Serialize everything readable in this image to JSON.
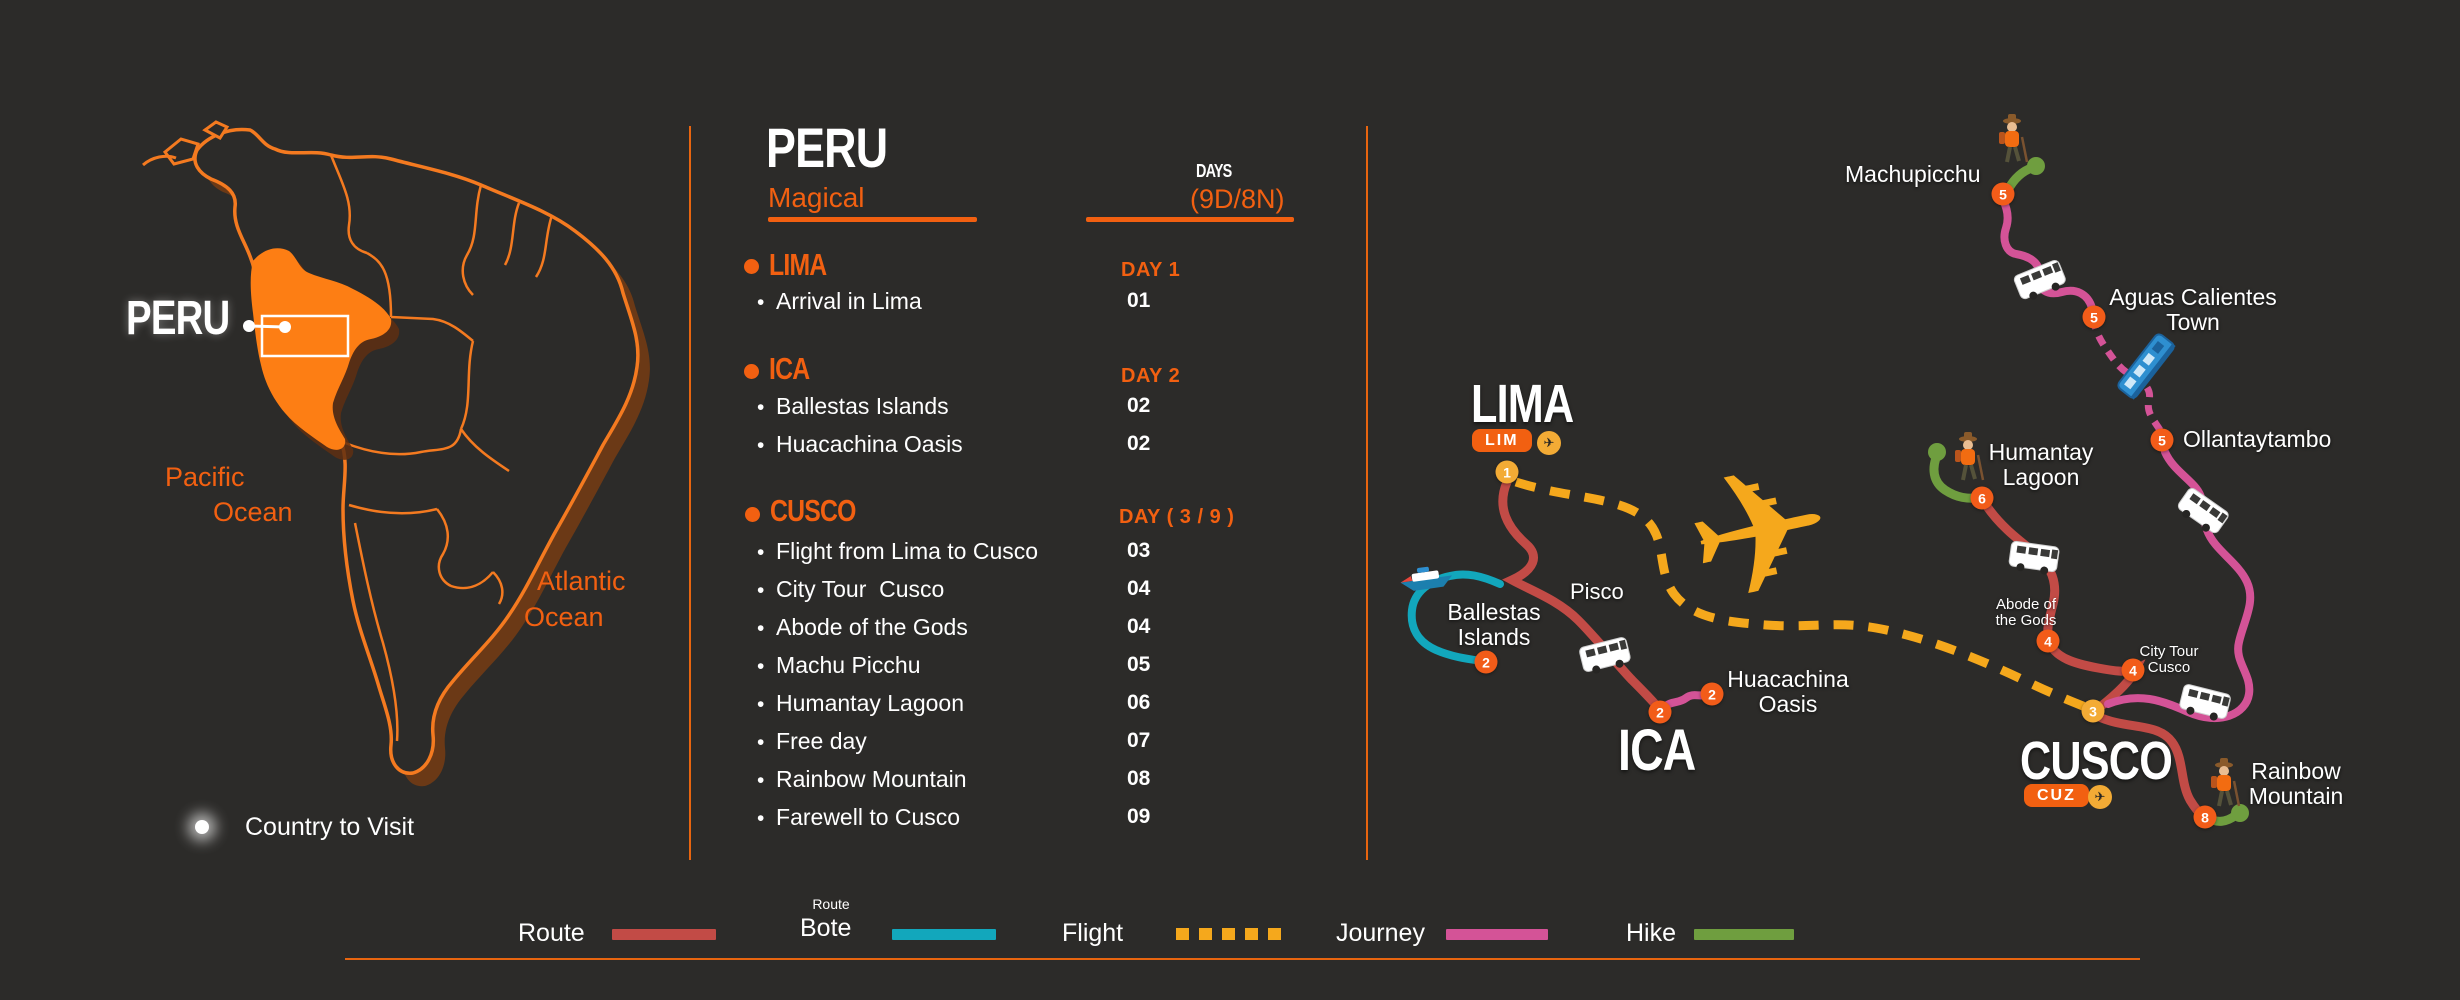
{
  "colors": {
    "background": "#2c2b29",
    "accent_orange": "#f26011",
    "map_outline": "#f47a20",
    "peru_fill": "#fd7e14",
    "route_red": "#c24b46",
    "route_bote_teal": "#12a7bc",
    "flight_yellow": "#f5a81c",
    "journey_pink": "#d45397",
    "hike_green": "#6f9e3f",
    "badge_orange": "#f25c19",
    "badge_yellow": "#f3ab35"
  },
  "icons": {
    "plane": "✈"
  },
  "left_map": {
    "country_label": "PERU",
    "pacific": {
      "l1": "Pacific",
      "l2": "Ocean"
    },
    "atlantic": {
      "l1": "Atlantic",
      "l2": "Ocean"
    },
    "note": "Country to Visit"
  },
  "itinerary": {
    "title": "PERU",
    "subtitle": "Magical",
    "days_header": "DAYS",
    "days_value": "(9D/8N)",
    "sections": [
      {
        "city": "LIMA",
        "day_label": "DAY 1",
        "items": [
          {
            "text": "Arrival in Lima",
            "day": "01"
          }
        ]
      },
      {
        "city": "ICA",
        "day_label": "DAY 2",
        "items": [
          {
            "text": "Ballestas Islands",
            "day": "02"
          },
          {
            "text": "Huacachina Oasis",
            "day": "02"
          }
        ]
      },
      {
        "city": "CUSCO",
        "day_label": "DAY ( 3 / 9 )",
        "items": [
          {
            "text": "Flight from Lima to Cusco",
            "day": "03"
          },
          {
            "text": "City Tour  Cusco",
            "day": "04"
          },
          {
            "text": "Abode of the Gods",
            "day": "04"
          },
          {
            "text": "Machu Picchu",
            "day": "05"
          },
          {
            "text": "Humantay Lagoon",
            "day": "06"
          },
          {
            "text": "Free day",
            "day": "07"
          },
          {
            "text": "Rainbow Mountain",
            "day": "08"
          },
          {
            "text": "Farewell to Cusco",
            "day": "09"
          }
        ]
      }
    ]
  },
  "route_map": {
    "cities": {
      "lima": {
        "name": "LIMA",
        "code": "LIM"
      },
      "ica": {
        "name": "ICA"
      },
      "cusco": {
        "name": "CUSCO",
        "code": "CUZ"
      }
    },
    "stops": {
      "machupicchu": {
        "l1": "Machupicchu"
      },
      "aguas": {
        "l1": "Aguas Calientes",
        "l2": "Town"
      },
      "ollantaytambo": {
        "l1": "Ollantaytambo"
      },
      "humantay": {
        "l1": "Humantay",
        "l2": "Lagoon"
      },
      "abode": {
        "l1": "Abode of",
        "l2": "the Gods"
      },
      "city_tour": {
        "l1": "City Tour",
        "l2": "Cusco"
      },
      "rainbow": {
        "l1": "Rainbow",
        "l2": "Mountain"
      },
      "huacachina": {
        "l1": "Huacachina",
        "l2": "Oasis"
      },
      "ballestas": {
        "l1": "Ballestas",
        "l2": "Islands"
      },
      "pisco": {
        "l1": "Pisco"
      }
    },
    "badges": {
      "lima": "1",
      "ballestas": "2",
      "ica": "2",
      "huacachina": "2",
      "cusco": "3",
      "abode": "4",
      "city_tour": "4",
      "machupicchu": "5",
      "aguas": "5",
      "ollantaytambo": "5",
      "humantay": "6",
      "rainbow": "8"
    }
  },
  "legend": {
    "route": "Route",
    "bote_top": "Route",
    "bote": "Bote",
    "flight": "Flight",
    "journey": "Journey",
    "hike": "Hike"
  }
}
